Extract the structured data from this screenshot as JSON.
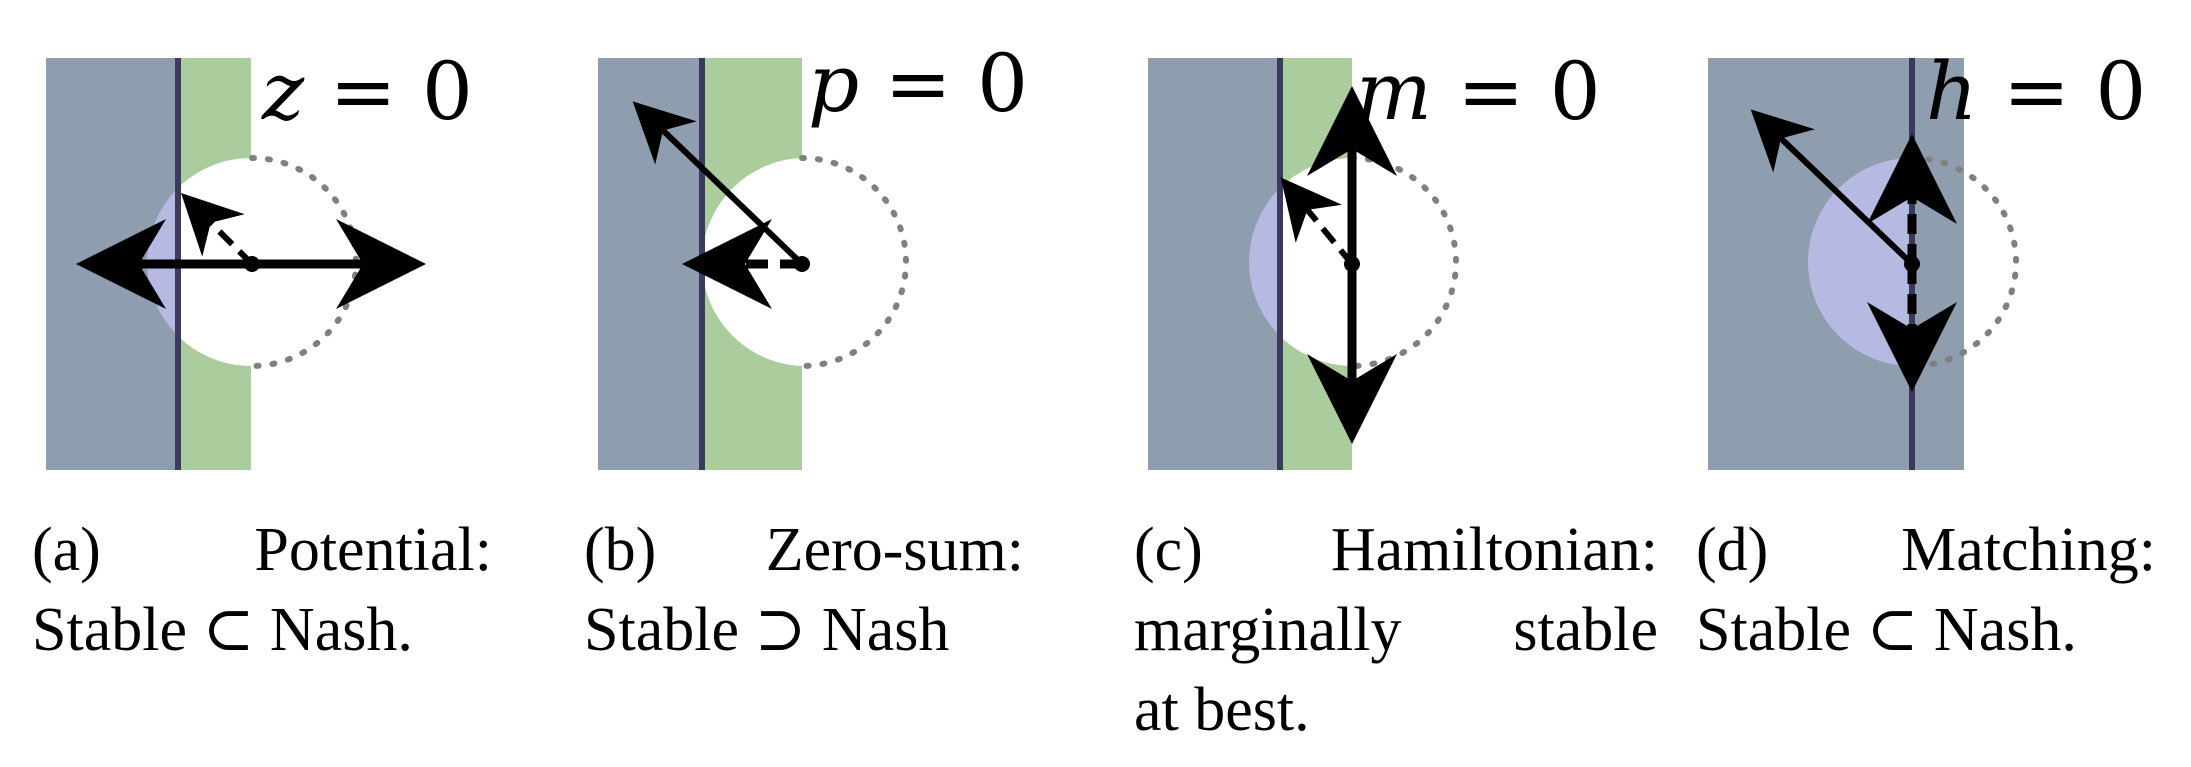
{
  "colors": {
    "gray_region": "#8f9eae",
    "green_region": "#abcd9d",
    "purple_region": "#b6b9e1",
    "boundary_line": "#3a3a5c",
    "arrow": "#000000",
    "dotted_circle": "#808080"
  },
  "panels": [
    {
      "eq_var": "z",
      "eq_rest": " = 0",
      "caption_lines": [
        "(a)  Potential:",
        "Stable ⊂ Nash."
      ]
    },
    {
      "eq_var": "p",
      "eq_rest": " = 0",
      "caption_lines": [
        "(b)  Zero-sum:",
        "Stable ⊃ Nash"
      ]
    },
    {
      "eq_var": "m",
      "eq_rest": " = 0",
      "caption_lines": [
        "(c)  Hamiltonian:",
        "marginally stable",
        "at best."
      ]
    },
    {
      "eq_var": "h",
      "eq_rest": " = 0",
      "caption_lines": [
        "(d)  Matching:",
        "Stable ⊂ Nash."
      ]
    }
  ]
}
